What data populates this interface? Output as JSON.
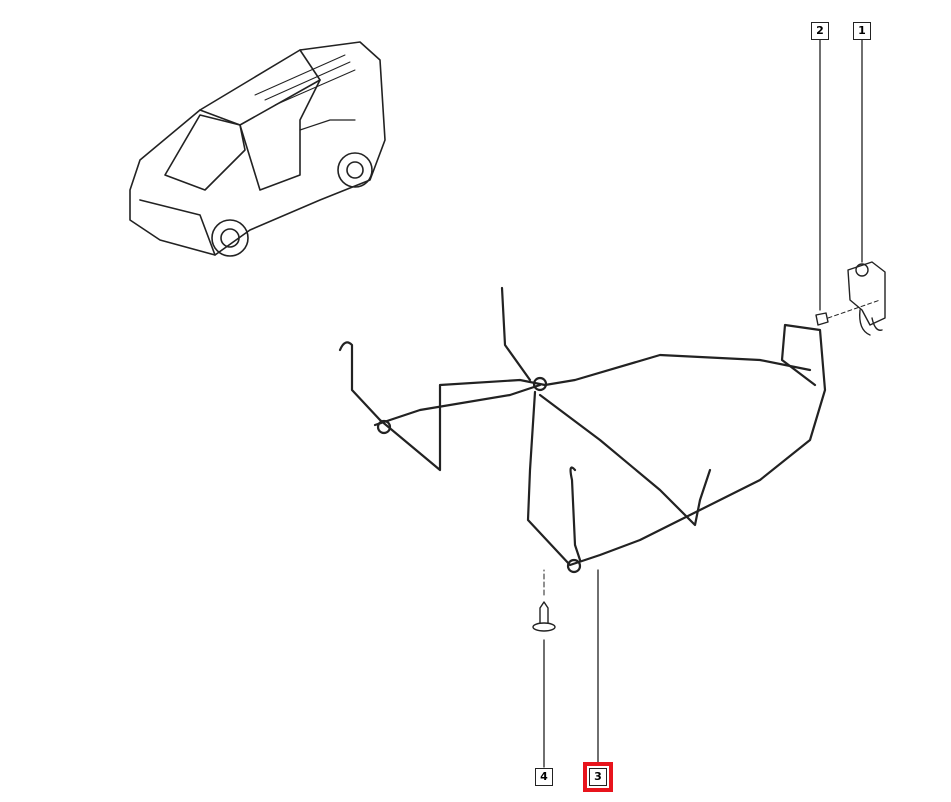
{
  "diagram": {
    "callouts": [
      {
        "label": "1",
        "part": "bracket-clip"
      },
      {
        "label": "2",
        "part": "screw"
      },
      {
        "label": "3",
        "part": "wiring-harness",
        "selected": true
      },
      {
        "label": "4",
        "part": "fastener-pin"
      }
    ],
    "colors": {
      "line": "#222222",
      "highlight": "#e8141c"
    }
  }
}
